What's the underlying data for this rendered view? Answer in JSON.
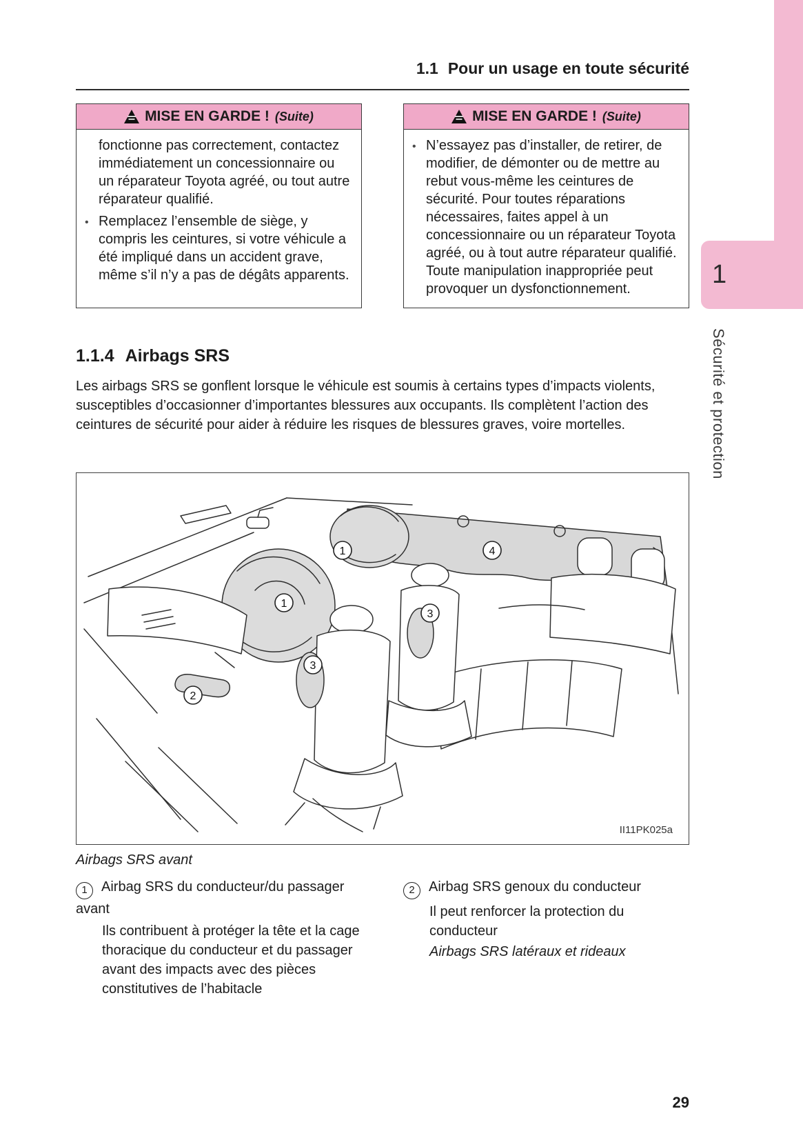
{
  "page": {
    "number": "29"
  },
  "colors": {
    "warning_header_pink": "#f0a9c8",
    "sidebar_pink": "#f3bad2"
  },
  "header": {
    "section_number": "1.1",
    "title": "Pour un usage en toute sécurité"
  },
  "sidebar": {
    "chapter_number": "1",
    "chapter_title": "Sécurité et protection"
  },
  "warning_left": {
    "title": "MISE EN GARDE !",
    "suffix": "(Suite)",
    "continuation": "fonctionne pas correctement, contactez immédiatement un concessionnaire ou un réparateur Toyota agréé, ou tout autre réparateur qualifié.",
    "bullets": [
      "Remplacez l’ensemble de siège, y compris les ceintures, si votre véhicule a été impliqué dans un accident grave, même s’il n’y a pas de dégâts apparents."
    ]
  },
  "warning_right": {
    "title": "MISE EN GARDE !",
    "suffix": "(Suite)",
    "bullets": [
      "N’essayez pas d’installer, de retirer, de modifier, de démonter ou de mettre au rebut vous-même les ceintures de sécurité. Pour toutes réparations nécessaires, faites appel à un concessionnaire ou un réparateur Toyota agréé, ou à tout autre réparateur qualifié. Toute manipulation inappropriée peut provoquer un dysfonctionnement."
    ]
  },
  "section": {
    "number": "1.1.4",
    "title": "Airbags SRS",
    "intro": "Les airbags SRS se gonflent lorsque le véhicule est soumis à certains types d’impacts violents, susceptibles d’occasionner d’importantes blessures aux occupants. Ils complètent l’action des ceintures de sécurité pour aider à réduire les risques de blessures graves, voire mortelles."
  },
  "figure": {
    "code": "II11PK025a",
    "callouts": [
      "1",
      "1",
      "3",
      "3",
      "2",
      "4"
    ]
  },
  "legend": {
    "caption": "Airbags SRS avant",
    "items": [
      {
        "num": "1",
        "title": "Airbag SRS du conducteur/du passager avant",
        "desc": "Ils contribuent à protéger la tête et la cage thoracique du conducteur et du passager avant des impacts avec des pièces constitutives de l’habitacle"
      },
      {
        "num": "2",
        "title": "Airbag SRS genoux du conducteur",
        "desc": "Il peut renforcer la protection du conducteur",
        "note": "Airbags SRS latéraux et rideaux"
      }
    ]
  }
}
